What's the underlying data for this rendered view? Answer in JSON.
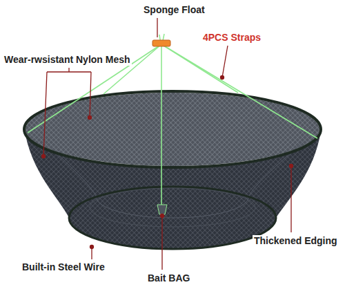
{
  "diagram": {
    "labels": [
      "Sponge Float",
      "4PCS Straps",
      "Wear-rwsistant Nylon Mesh",
      "Thickened Edging",
      "Built-in Steel Wire",
      "Bait BAG"
    ]
  }
}
